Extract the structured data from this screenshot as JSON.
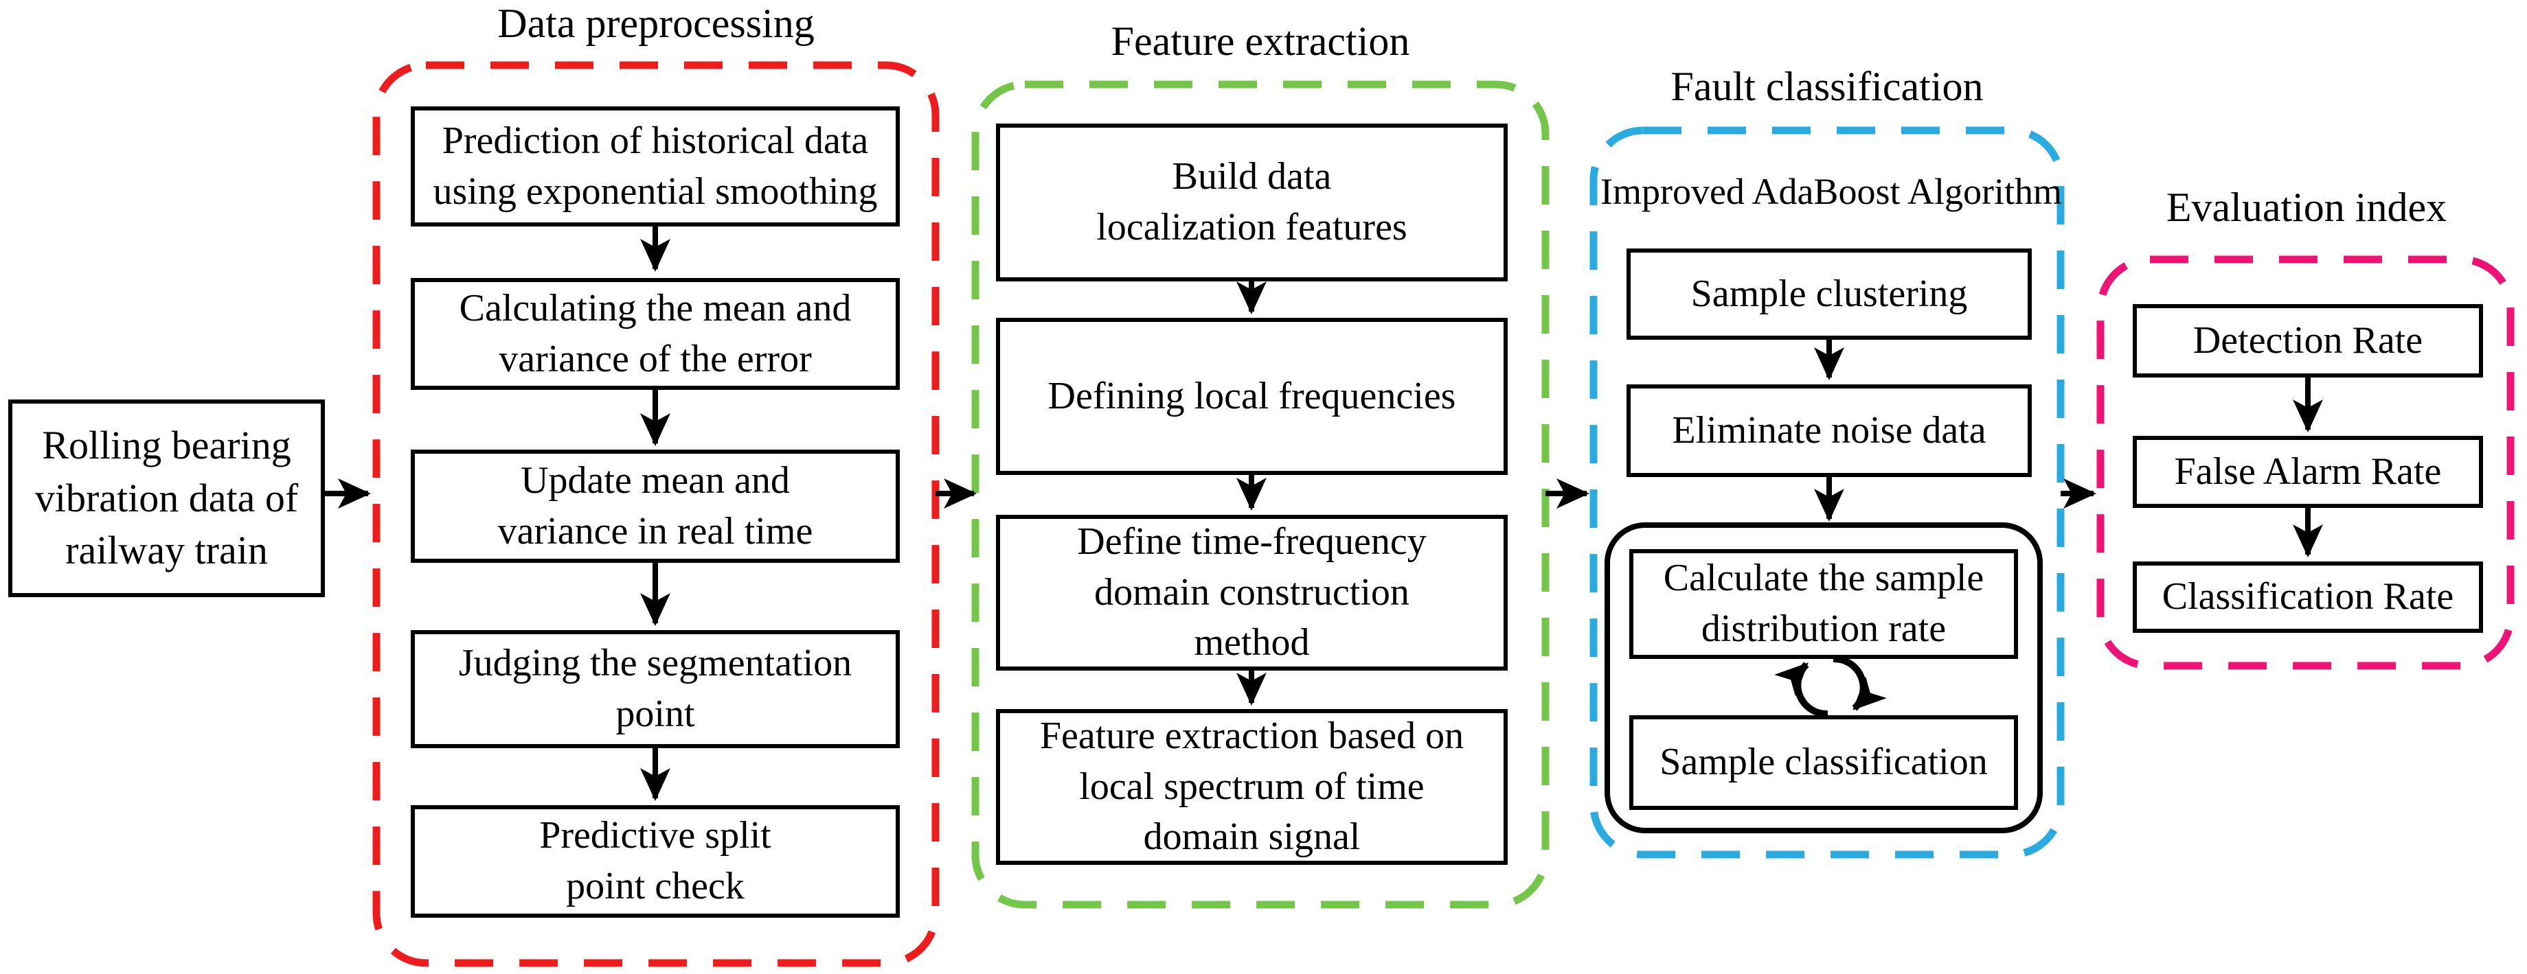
{
  "flow": {
    "input": "Rolling bearing\nvibration data of\nrailway train",
    "preprocessing": {
      "title": "Data preprocessing",
      "accent": "#ee1c1c",
      "steps": [
        "Prediction of historical data\nusing exponential smoothing",
        "Calculating the mean and\nvariance of the error",
        "Update mean and\nvariance in real time",
        "Judging the segmentation\npoint",
        "Predictive split\npoint check"
      ]
    },
    "feature_extraction": {
      "title": "Feature extraction",
      "accent": "#74c648",
      "steps": [
        "Build data\nlocalization features",
        "Defining local frequencies",
        "Define time-frequency\ndomain construction\nmethod",
        "Feature extraction based on\nlocal spectrum of time\ndomain signal"
      ]
    },
    "fault_classification": {
      "title": "Fault classification",
      "accent": "#29abe2",
      "algorithm_label": "Improved AdaBoost Algorithm",
      "steps": [
        "Sample clustering",
        "Eliminate noise data"
      ],
      "loop_steps": [
        "Calculate the sample\ndistribution rate",
        "Sample classification"
      ]
    },
    "evaluation": {
      "title": "Evaluation index",
      "accent": "#ee1374",
      "steps": [
        "Detection Rate",
        "False Alarm Rate",
        "Classification Rate"
      ]
    },
    "wire_color": "#000000"
  }
}
